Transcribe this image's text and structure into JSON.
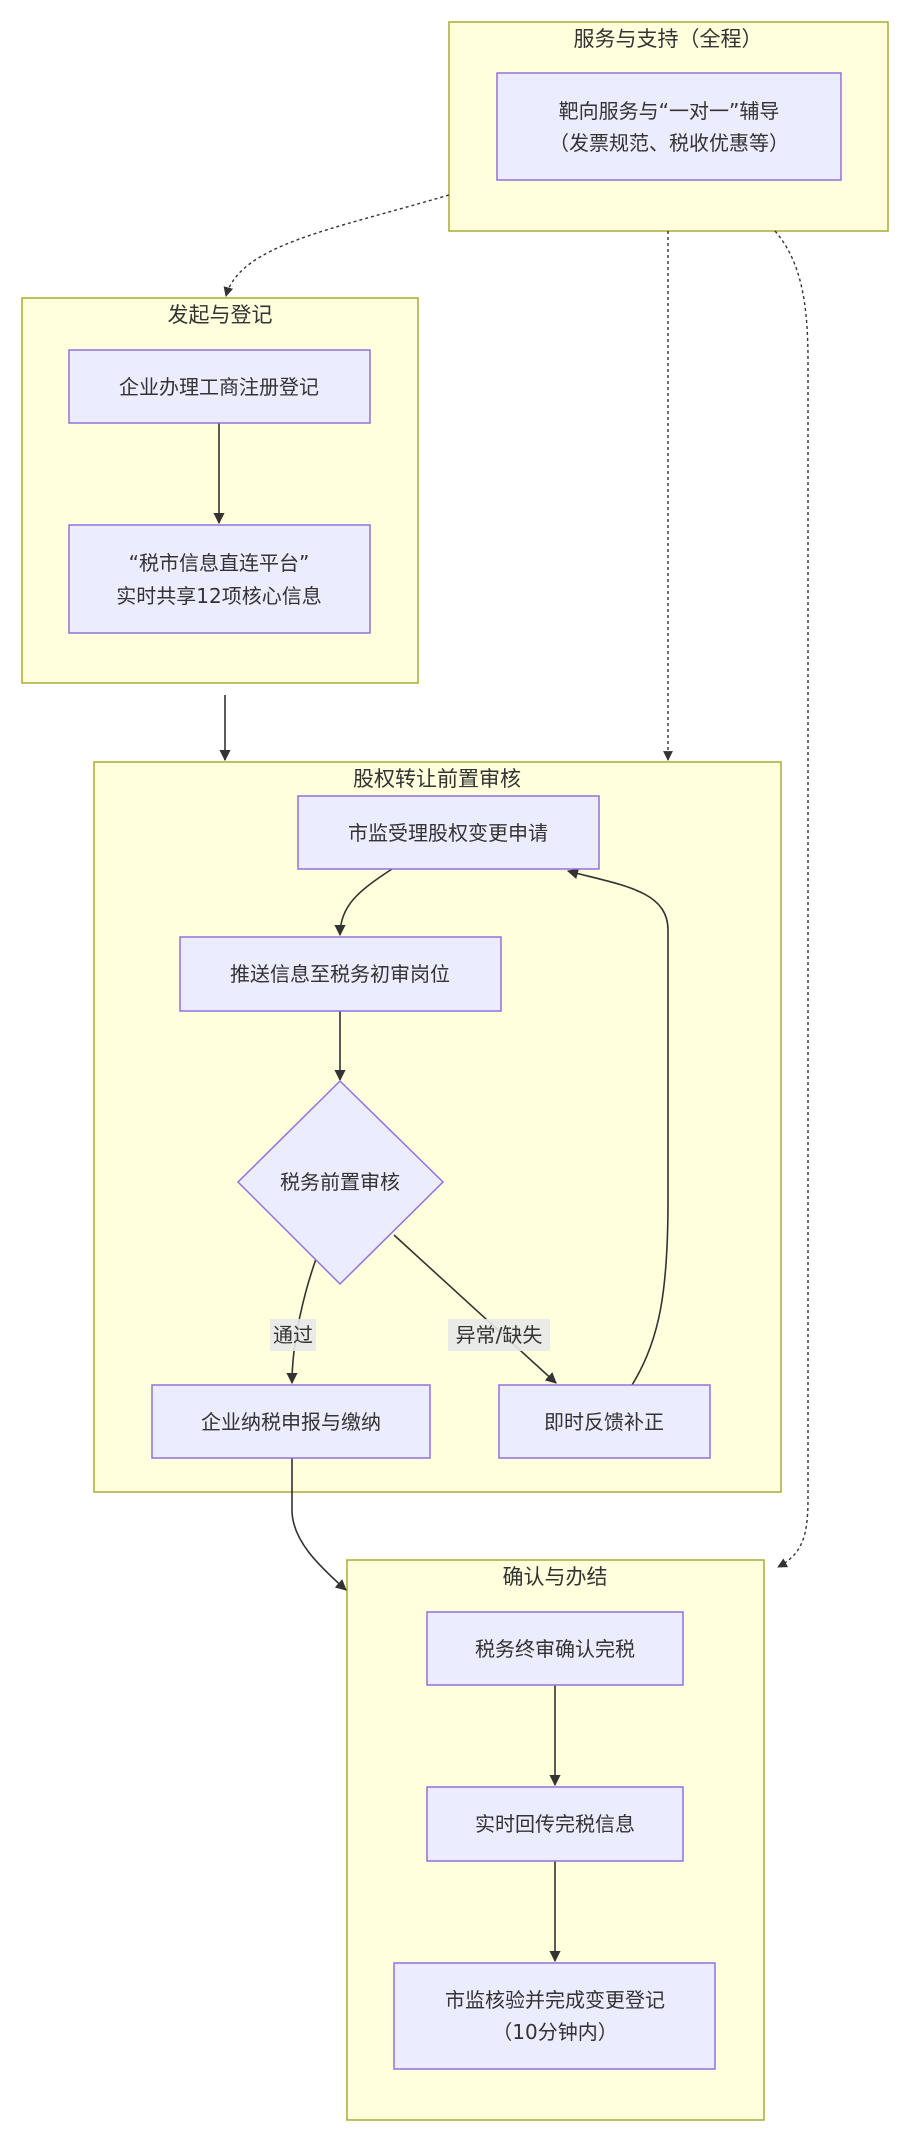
{
  "diagram": {
    "type": "flowchart",
    "colors": {
      "cluster_fill": "#ffffde",
      "cluster_stroke": "#aaaa33",
      "node_fill": "#ececff",
      "node_stroke": "#9370db",
      "edge": "#333333",
      "label_bg": "#e8e8e8"
    },
    "clusters": {
      "service": {
        "title": "服务与支持（全程）"
      },
      "start": {
        "title": "发起与登记"
      },
      "review": {
        "title": "股权转让前置审核"
      },
      "finish": {
        "title": "确认与办结"
      }
    },
    "nodes": {
      "service_node": {
        "lines": [
          "靶向服务与“一对一”辅导",
          "（发票规范、税收优惠等）"
        ]
      },
      "register": {
        "lines": [
          "企业办理工商注册登记"
        ]
      },
      "platform": {
        "lines": [
          "“税市信息直连平台”",
          "实时共享12项核心信息"
        ]
      },
      "accept": {
        "lines": [
          "市监受理股权变更申请"
        ]
      },
      "push": {
        "lines": [
          "推送信息至税务初审岗位"
        ]
      },
      "decision": {
        "lines": [
          "税务前置审核"
        ]
      },
      "pay": {
        "lines": [
          "企业纳税申报与缴纳"
        ]
      },
      "feedback": {
        "lines": [
          "即时反馈补正"
        ]
      },
      "final": {
        "lines": [
          "税务终审确认完税"
        ]
      },
      "return": {
        "lines": [
          "实时回传完税信息"
        ]
      },
      "complete": {
        "lines": [
          "市监核验并完成变更登记",
          "（10分钟内）"
        ]
      }
    },
    "edge_labels": {
      "pass": "通过",
      "abnormal": "异常/缺失"
    },
    "edges": [
      {
        "from": "register",
        "to": "platform",
        "style": "solid"
      },
      {
        "from": "start",
        "to": "review",
        "style": "solid"
      },
      {
        "from": "accept",
        "to": "push",
        "style": "solid"
      },
      {
        "from": "push",
        "to": "decision",
        "style": "solid"
      },
      {
        "from": "decision",
        "to": "pay",
        "style": "solid",
        "label": "通过"
      },
      {
        "from": "decision",
        "to": "feedback",
        "style": "solid",
        "label": "异常/缺失"
      },
      {
        "from": "feedback",
        "to": "accept",
        "style": "solid"
      },
      {
        "from": "review",
        "to": "finish",
        "style": "solid"
      },
      {
        "from": "final",
        "to": "return",
        "style": "solid"
      },
      {
        "from": "return",
        "to": "complete",
        "style": "solid"
      },
      {
        "from": "service",
        "to": "start",
        "style": "dotted"
      },
      {
        "from": "service",
        "to": "review",
        "style": "dotted"
      },
      {
        "from": "service",
        "to": "finish",
        "style": "dotted"
      }
    ]
  }
}
